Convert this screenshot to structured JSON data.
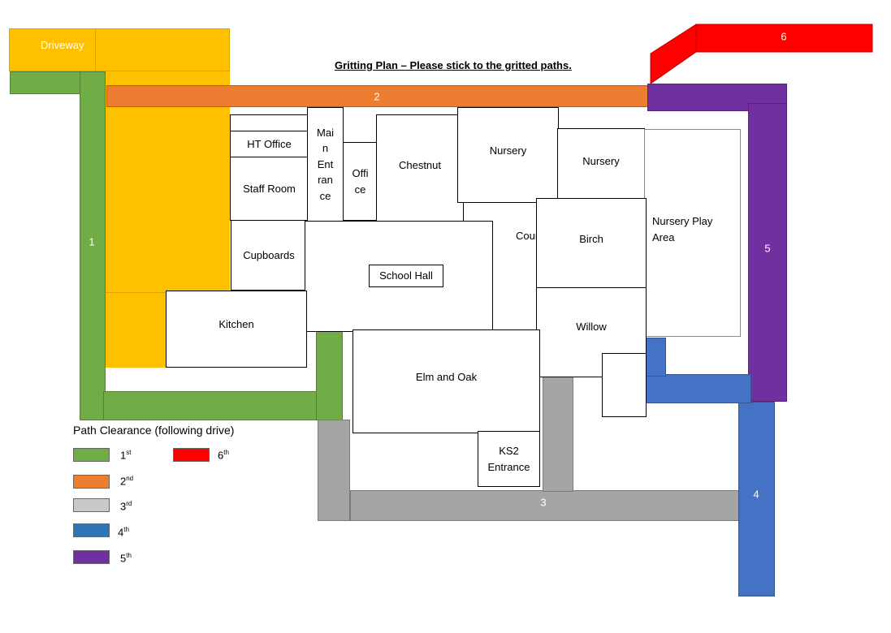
{
  "title": "Gritting Plan – Please stick to the gritted paths.",
  "colors": {
    "green": "#70AD47",
    "orange": "#ED7D31",
    "grey": "#A5A5A5",
    "blue": "#4472C4",
    "purple": "#7030A0",
    "red": "#FF0000",
    "driveway": "#FFC000"
  },
  "driveway_label": "Driveway",
  "path_numbers": [
    "1",
    "2",
    "3",
    "4",
    "5",
    "6"
  ],
  "rooms": {
    "ht_office": "HT Office",
    "staff_room": "Staff Room",
    "cupboards": "Cupboards",
    "main_entrance": "Mai\nn\nEnt\nran\nce",
    "office": "Offi\nce",
    "chestnut": "Chestnut",
    "nursery1": "Nursery",
    "nursery2": "Nursery",
    "nursery_play": "Nursery Play\nArea",
    "school_hall": "School Hall",
    "court": "Cour",
    "birch": "Birch",
    "kitchen": "Kitchen",
    "willow": "Willow",
    "elm_oak": "Elm and Oak",
    "ks2": "KS2\nEntrance"
  },
  "legend": {
    "title": "Path Clearance (following drive)",
    "items": [
      {
        "ord": "1",
        "suffix": "st",
        "color": "#70AD47"
      },
      {
        "ord": "2",
        "suffix": "nd",
        "color": "#ED7D31"
      },
      {
        "ord": "3",
        "suffix": "rd",
        "color": "#C9C9C9"
      },
      {
        "ord": "4",
        "suffix": "th",
        "color": "#2E75B6"
      },
      {
        "ord": "5",
        "suffix": "th",
        "color": "#7030A0"
      },
      {
        "ord": "6",
        "suffix": "th",
        "color": "#FF0000"
      }
    ]
  }
}
